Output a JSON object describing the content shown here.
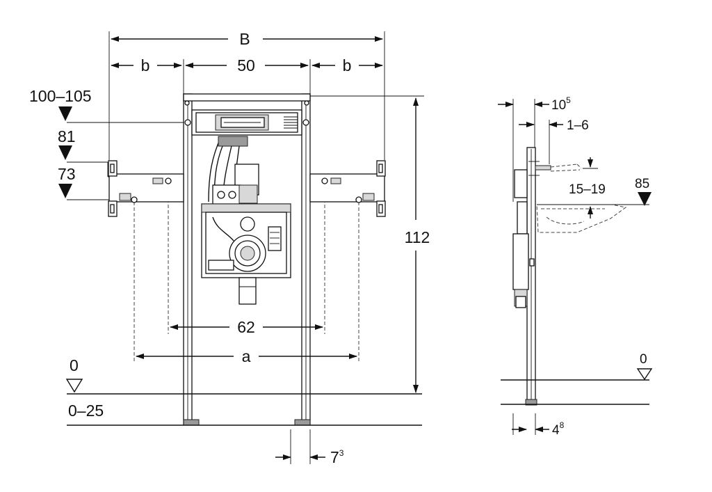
{
  "front_view": {
    "dim_B": "B",
    "dim_b_left": "b",
    "dim_50": "50",
    "dim_b_right": "b",
    "dim_100_105": "100–105",
    "dim_81": "81",
    "dim_73": "73",
    "dim_112": "112",
    "dim_62": "62",
    "dim_a": "a",
    "level_0": "0",
    "level_0_25": "0–25",
    "dim_7": "7",
    "dim_7_sup": "3"
  },
  "side_view": {
    "dim_10": "10",
    "dim_10_sup": "5",
    "dim_1_6": "1–6",
    "dim_15_19": "15–19",
    "dim_85": "85",
    "level_0": "0",
    "dim_4": "4",
    "dim_4_sup": "8"
  }
}
